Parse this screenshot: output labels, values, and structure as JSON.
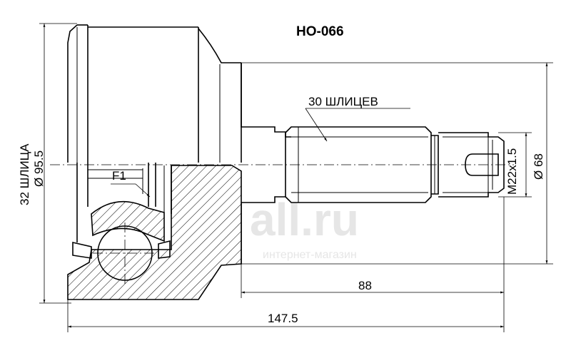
{
  "title": "HO-066",
  "labels": {
    "splines_shaft": "30 ШЛИЦЕВ",
    "splines_housing": "32 ШЛИЦА",
    "dia_housing": "Ø 95.5",
    "thread": "M22x1.5",
    "dia_seal": "Ø 68",
    "length_shaft": "88",
    "length_total": "147.5",
    "flag": "F1"
  },
  "watermark": {
    "big": "all.ru",
    "small": "интернет-магазин"
  }
}
